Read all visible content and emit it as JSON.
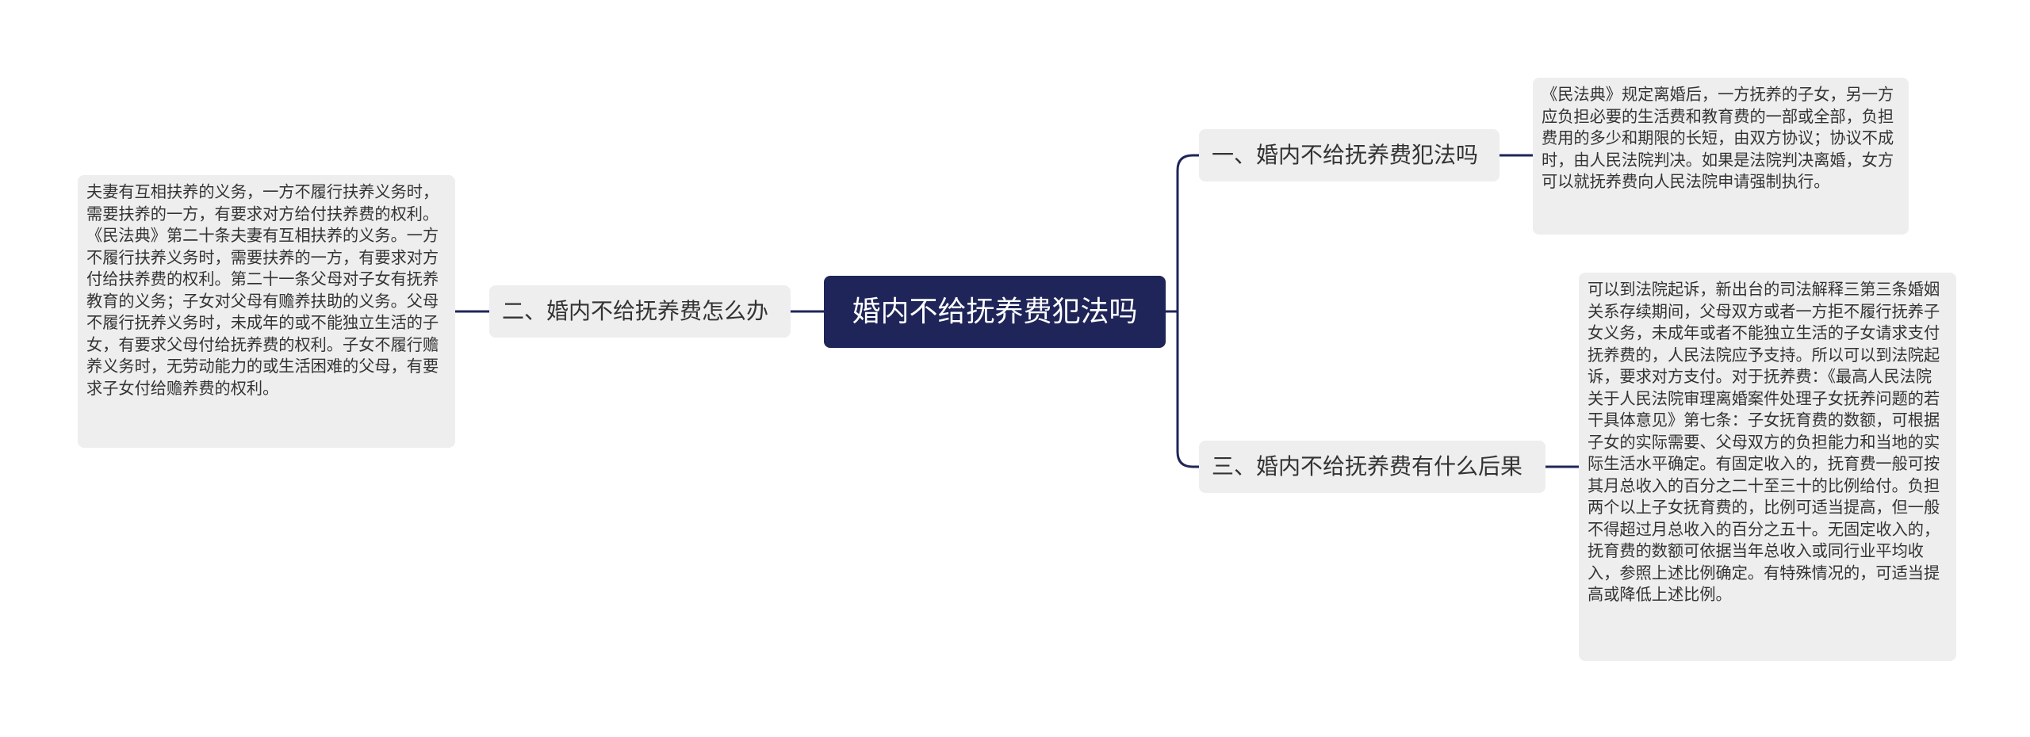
{
  "root": {
    "title": "婚内不给抚养费犯法吗"
  },
  "branches": [
    {
      "title": "一、婚内不给抚养费犯法吗",
      "detail": "《民法典》规定离婚后，一方抚养的子女，另一方应负担必要的生活费和教育费的一部或全部，负担费用的多少和期限的长短，由双方协议；协议不成时，由人民法院判决。如果是法院判决离婚，女方可以就抚养费向人民法院申请强制执行。"
    },
    {
      "title": "二、婚内不给抚养费怎么办",
      "detail": "夫妻有互相扶养的义务，一方不履行扶养义务时，需要扶养的一方，有要求对方给付扶养费的权利。《民法典》第二十条夫妻有互相扶养的义务。一方不履行扶养义务时，需要扶养的一方，有要求对方付给扶养费的权利。第二十一条父母对子女有抚养教育的义务；子女对父母有赡养扶助的义务。父母不履行抚养义务时，未成年的或不能独立生活的子女，有要求父母付给抚养费的权利。子女不履行赡养义务时，无劳动能力的或生活困难的父母，有要求子女付给赡养费的权利。"
    },
    {
      "title": "三、婚内不给抚养费有什么后果",
      "detail": "可以到法院起诉，新出台的司法解释三第三条婚姻关系存续期间，父母双方或者一方拒不履行抚养子女义务，未成年或者不能独立生活的子女请求支付抚养费的，人民法院应予支持。所以可以到法院起诉，要求对方支付。对于抚养费：《最高人民法院关于人民法院审理离婚案件处理子女抚养问题的若干具体意见》第七条：子女抚育费的数额，可根据子女的实际需要、父母双方的负担能力和当地的实际生活水平确定。有固定收入的，抚育费一般可按其月总收入的百分之二十至三十的比例给付。负担两个以上子女抚育费的，比例可适当提高，但一般不得超过月总收入的百分之五十。无固定收入的，抚育费的数额可依据当年总收入或同行业平均收入，参照上述比例确定。有特殊情况的，可适当提高或降低上述比例。"
    }
  ],
  "colors": {
    "root_fill": "#1f2559",
    "connector": "#1f2559",
    "node_fill": "#eeeeee",
    "text": "#333333"
  }
}
